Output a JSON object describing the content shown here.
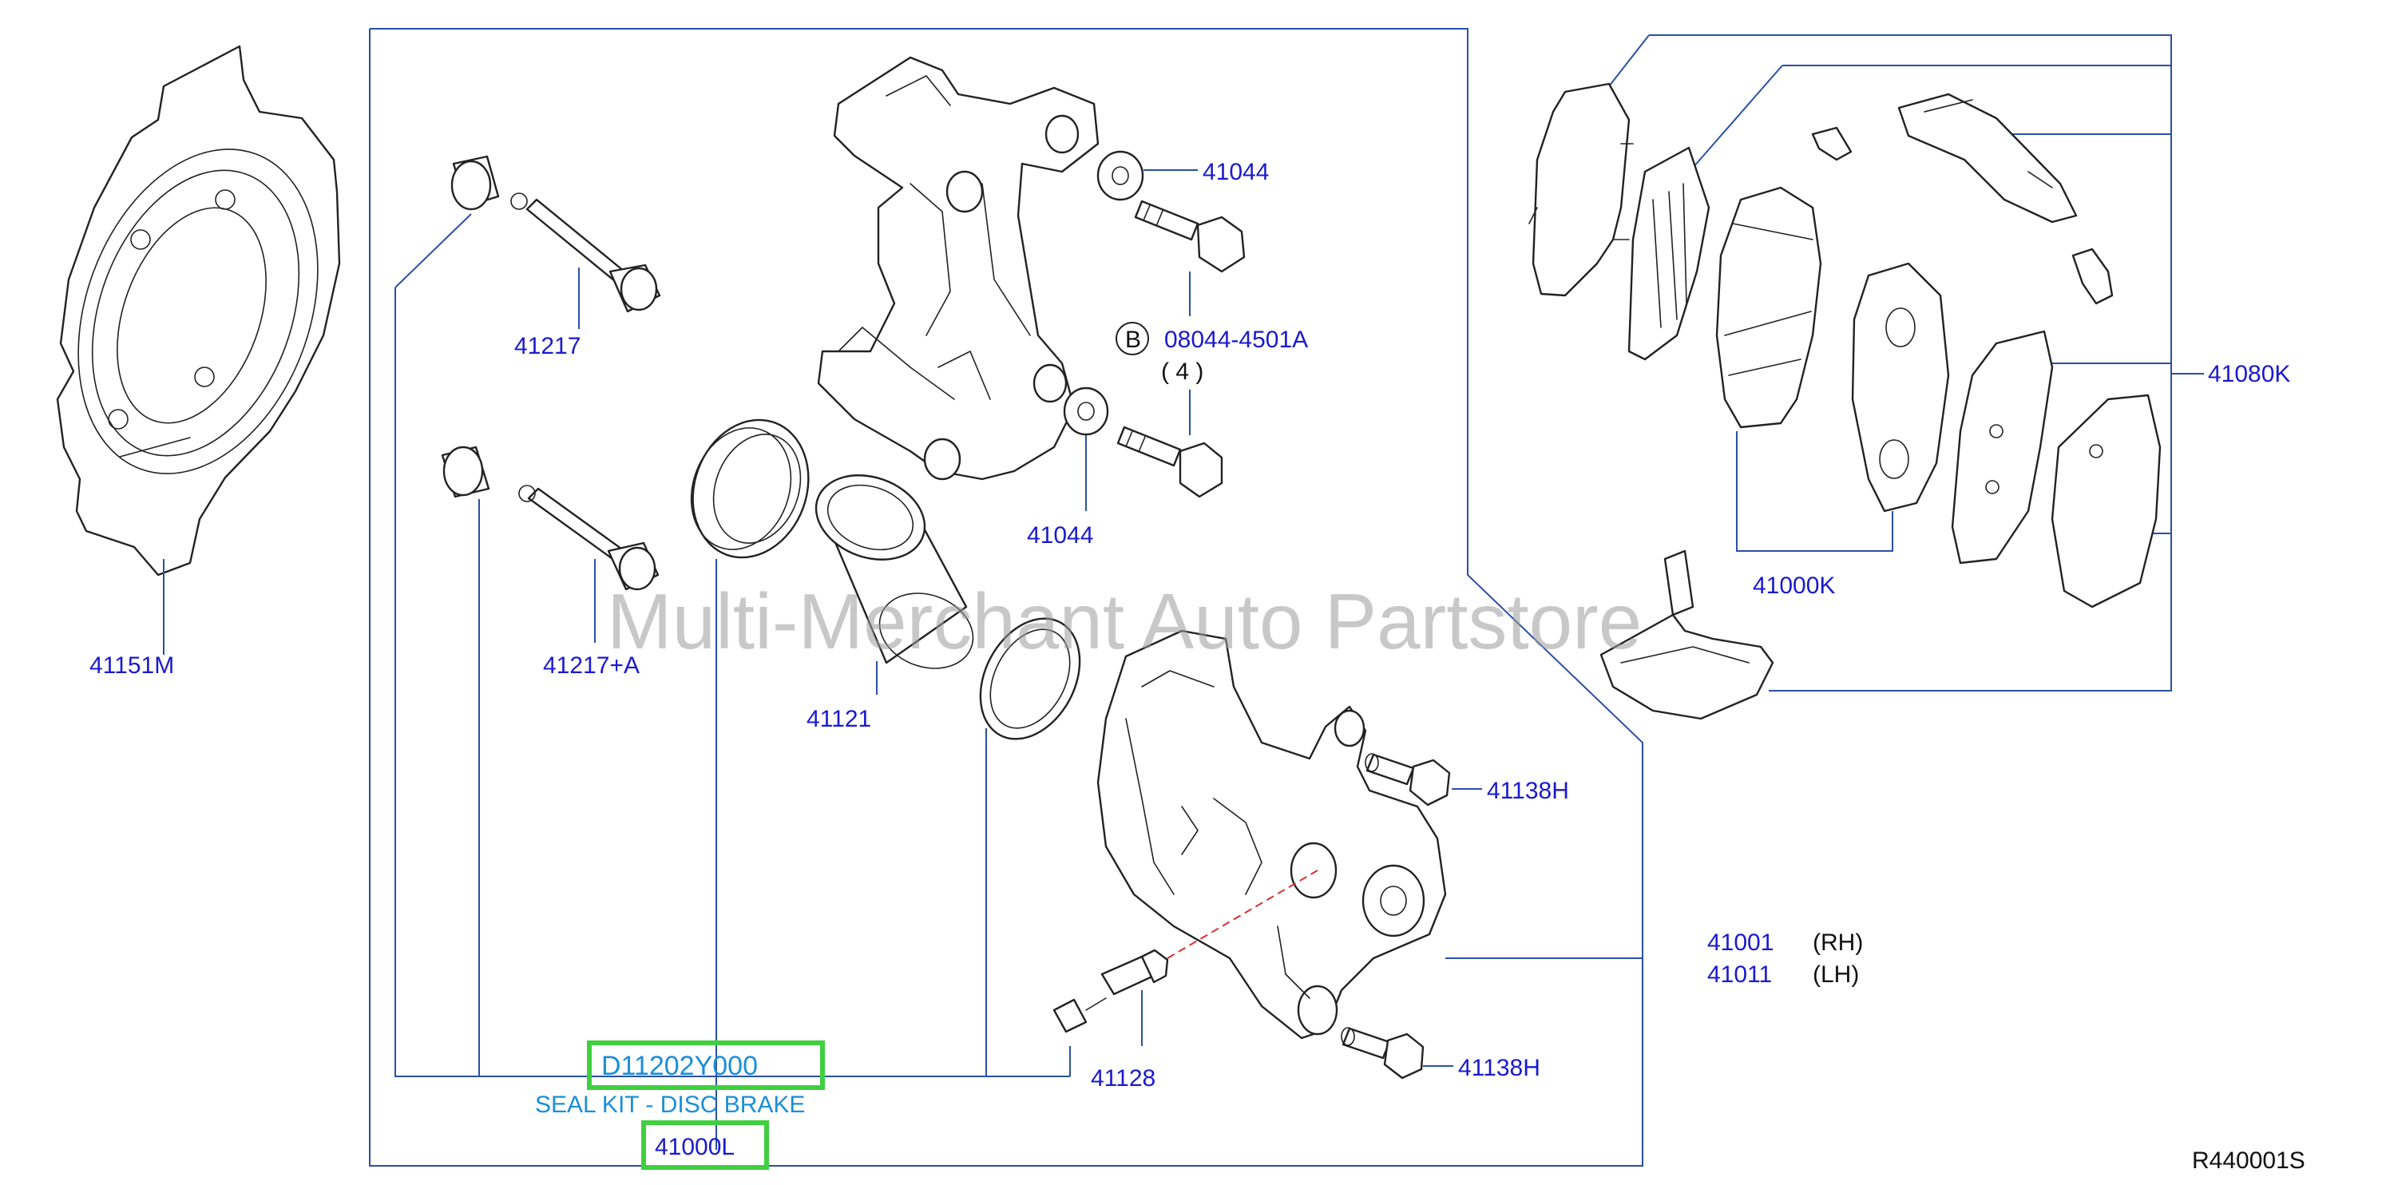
{
  "diagram": {
    "watermark": "Multi-Merchant Auto Partstore",
    "code": "R440001S",
    "part_numbers": {
      "backing_plate": "41151M",
      "pin_upper": "41217",
      "pin_lower": "41217+A",
      "washer_upper": "41044",
      "washer_lower": "41044",
      "bolt": "08044-4501A",
      "bolt_qty": "( 4 )",
      "bolt_marker": "B",
      "piston": "41121",
      "bleeder": "41128",
      "bolt_upper": "41138H",
      "bolt_lower": "41138H",
      "caliper_rh": "41001",
      "caliper_rh_side": "(RH)",
      "caliper_lh": "41011",
      "caliper_lh_side": "(LH)",
      "pad_kit": "41000K",
      "hardware_kit": "41080K",
      "seal_kit_number": "D11202Y000",
      "seal_kit_name": "SEAL KIT - DISC BRAKE",
      "seal_kit_ref": "41000L"
    },
    "colors": {
      "label": "#1a1ad0",
      "kit_label": "#1a8fd8",
      "highlight": "#3fcf3f",
      "lead_line": "#2a4fa8"
    }
  }
}
